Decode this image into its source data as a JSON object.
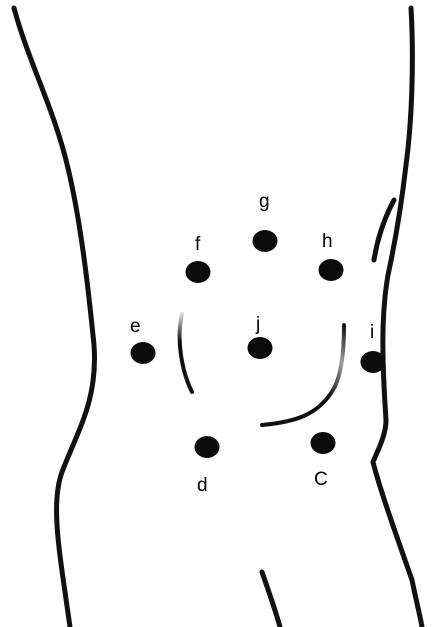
{
  "diagram": {
    "colors": {
      "ink": "#111111",
      "marker": "#0b0b0b",
      "background": "#ffffff"
    },
    "points": [
      {
        "id": "g",
        "label": "g"
      },
      {
        "id": "f",
        "label": "f"
      },
      {
        "id": "h",
        "label": "h"
      },
      {
        "id": "e",
        "label": "e"
      },
      {
        "id": "j",
        "label": "j"
      },
      {
        "id": "i",
        "label": "i"
      },
      {
        "id": "d",
        "label": "d"
      },
      {
        "id": "c",
        "label": "C"
      }
    ]
  }
}
